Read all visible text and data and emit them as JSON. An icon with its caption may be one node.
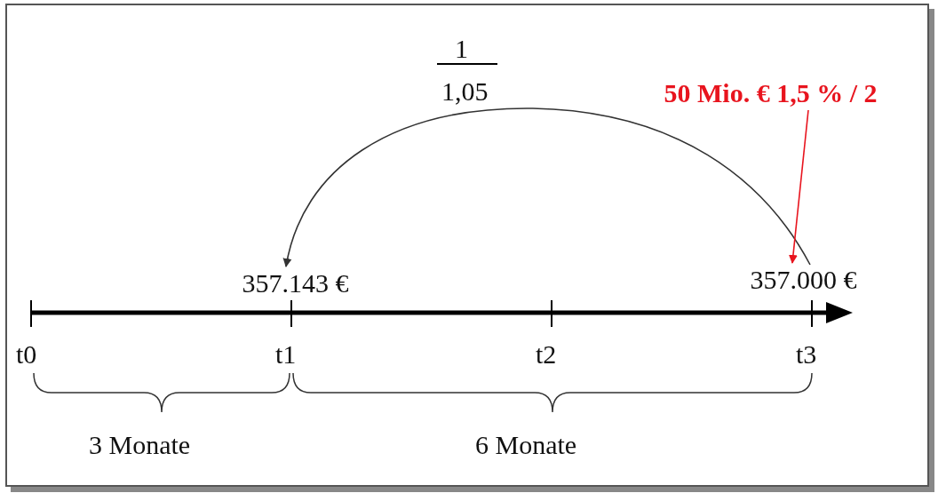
{
  "diagram": {
    "nodes": [
      {
        "text": [
          "357.143 €"
        ]
      },
      {
        "text": [
          "357.000 €"
        ]
      },
      {
        "text": [
          "50 Mio. € 1,5 % / 2"
        ]
      }
    ],
    "edges": [
      {
        "from": 1,
        "to": 0,
        "arrow": "to"
      },
      {
        "from": 2,
        "to": 1,
        "arrow": "to",
        "color": "#e8141e"
      }
    ],
    "labels": [
      "1",
      "1,05",
      "t0",
      "t1",
      "t2",
      "t3",
      "3 Monate",
      "6 Monate"
    ]
  }
}
